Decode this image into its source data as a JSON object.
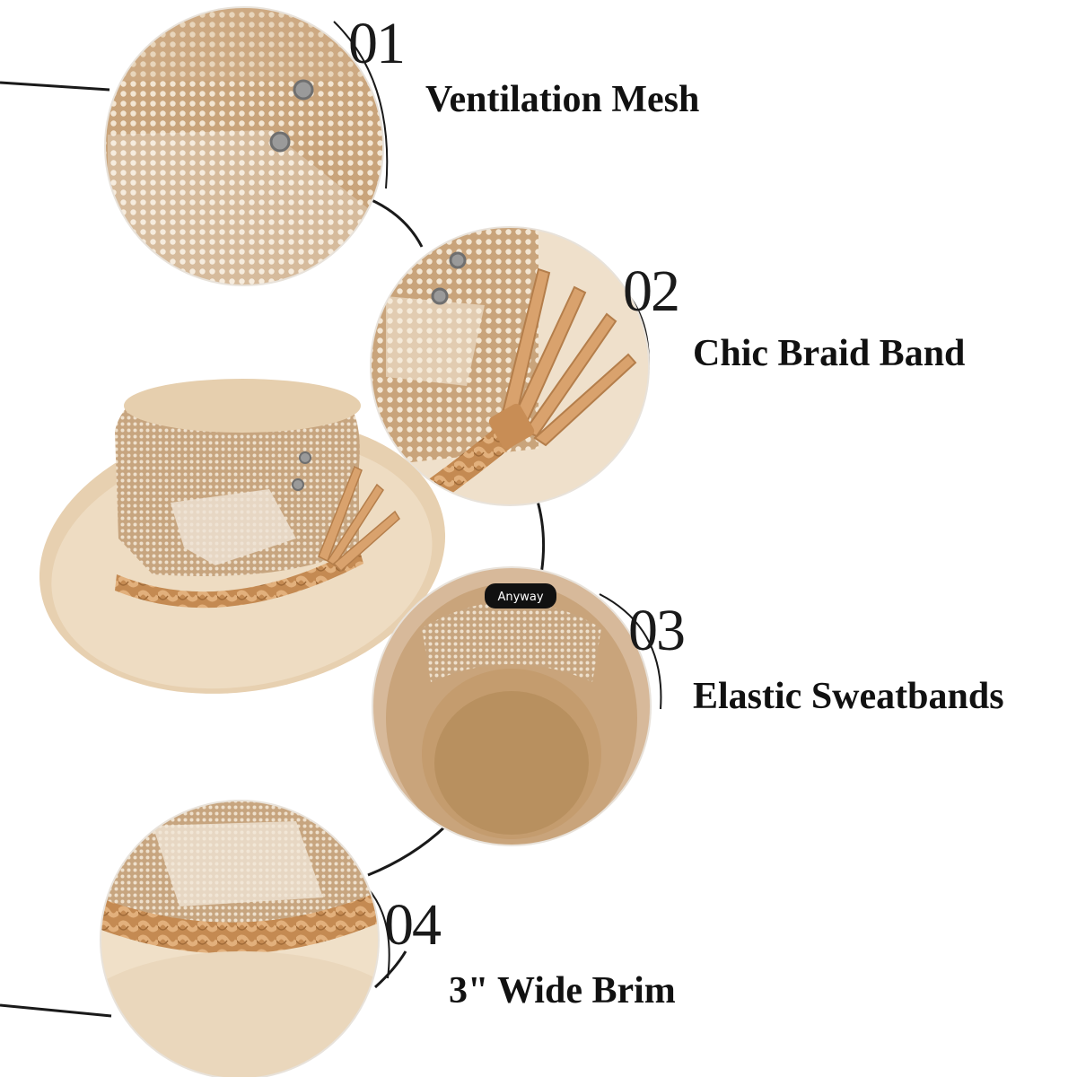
{
  "features": [
    {
      "number": "01",
      "label": "Ventilation Mesh"
    },
    {
      "number": "02",
      "label": "Chic Braid Band"
    },
    {
      "number": "03",
      "label": "Elastic Sweatbands"
    },
    {
      "number": "04",
      "label": "3\" Wide Brim"
    }
  ],
  "inner_label": "Anyway",
  "colors": {
    "hat_suede": "#e9d3b5",
    "hat_suede_shadow": "#d9bf9c",
    "mesh": "#c9a47b",
    "braid": "#c9935c",
    "connector_line": "#1a1a1a"
  }
}
